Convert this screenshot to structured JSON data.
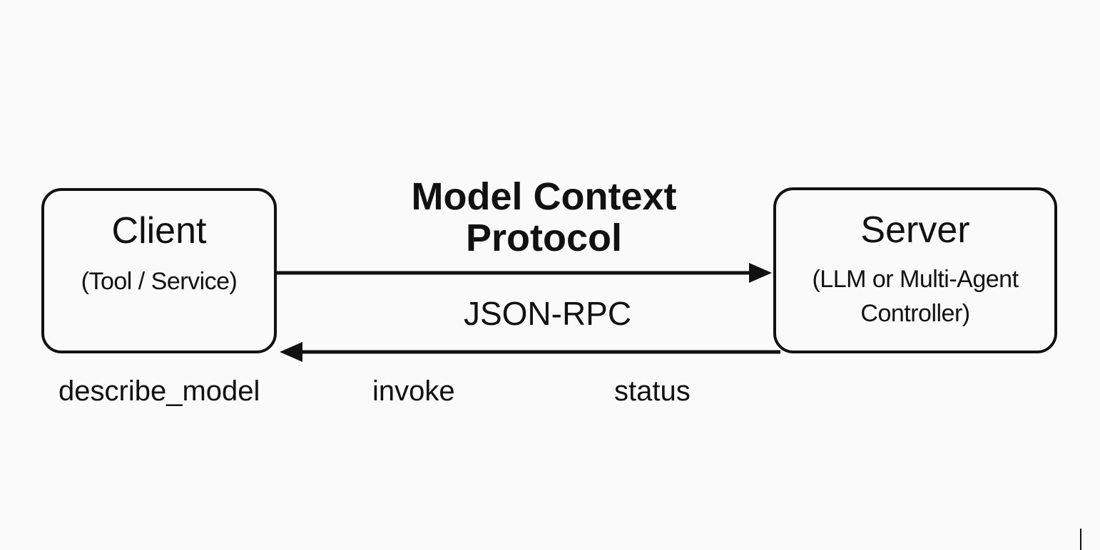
{
  "diagram": {
    "title": "Model Context\nProtocol",
    "transport": "JSON-RPC",
    "client": {
      "title": "Client",
      "subtitle": "(Tool / Service)"
    },
    "server": {
      "title": "Server",
      "subtitle": "(LLM or Multi-Agent\nController)"
    },
    "methods": [
      "describe_model",
      "invoke",
      "status"
    ],
    "colors": {
      "background": "#fafafa",
      "stroke": "#111111"
    }
  }
}
